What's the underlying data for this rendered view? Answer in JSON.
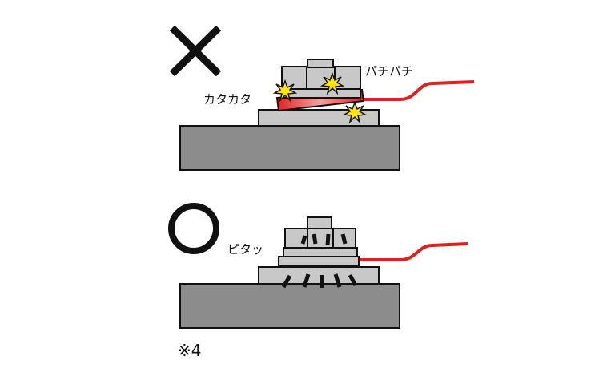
{
  "labels": {
    "bad_marker": "×",
    "good_marker": "○",
    "spark_sound": "パチパチ",
    "rattle_sound": "カタカタ",
    "snug_sound": "ピタッ",
    "note": "※4"
  },
  "colors": {
    "block": "#c8c8c8",
    "base": "#8c8c8c",
    "outline": "#111111",
    "wire": "#e02020",
    "spark": "#ffe600"
  },
  "icons": [
    "cross-mark-icon",
    "circle-mark-icon",
    "spark-icon"
  ]
}
